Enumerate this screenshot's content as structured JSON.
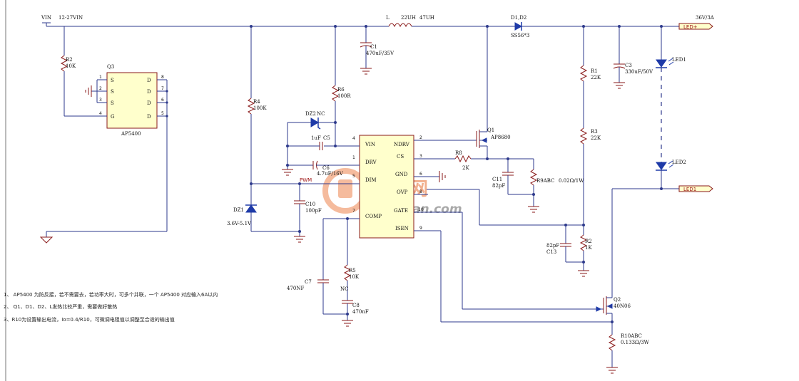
{
  "net_labels": {
    "vin": "VIN",
    "input_range": "12-27VIN",
    "pwm": "PWM",
    "output": "36V/3A",
    "led_plus": "LED+",
    "led_minus": "LED1"
  },
  "inductor": {
    "ref": "L",
    "value1": "22UH",
    "value2": "47UH"
  },
  "diodes": {
    "ref": "D1,D2",
    "value": "SS56*3"
  },
  "q3": {
    "ref": "Q3",
    "part": "AP5400",
    "pins_left": [
      "1",
      "2",
      "3",
      "4"
    ],
    "names_left": [
      "S",
      "S",
      "S",
      "G"
    ],
    "pins_right": [
      "8",
      "7",
      "6",
      "5"
    ],
    "names_right": [
      "D",
      "D",
      "D",
      "D"
    ]
  },
  "ic": {
    "left_pins": [
      {
        "num": "4",
        "name": "VIN"
      },
      {
        "num": "1",
        "name": "DRV"
      },
      {
        "num": "5",
        "name": "DIM"
      },
      {
        "num": "7",
        "name": "COMP"
      }
    ],
    "right_pins": [
      {
        "num": "2",
        "name": "NDRV"
      },
      {
        "num": "3",
        "name": "CS"
      },
      {
        "num": "6",
        "name": "GND"
      },
      {
        "num": "8",
        "name": "OVP"
      },
      {
        "num": "10",
        "name": "GATE"
      },
      {
        "num": "9",
        "name": "ISEN"
      }
    ]
  },
  "components": {
    "r2_top": {
      "ref": "R2",
      "value": "10K"
    },
    "c1": {
      "ref": "C1",
      "value": "470uF/35V"
    },
    "r6": {
      "ref": "R6",
      "value": "100R"
    },
    "r4": {
      "ref": "R4",
      "value": "100K"
    },
    "dz2": {
      "ref": "DZ2",
      "value": "NC"
    },
    "c5": {
      "ref": "C5",
      "value": "1uF"
    },
    "c6": {
      "ref": "C6",
      "value": "4.7uF/16V"
    },
    "c10": {
      "ref": "C10",
      "value": "100pF"
    },
    "dz1": {
      "ref": "DZ1",
      "value": "3.6V-5.1V"
    },
    "q1": {
      "ref": "Q1",
      "part": "AP8680"
    },
    "r8": {
      "ref": "R8",
      "value": "2K"
    },
    "c11": {
      "ref": "C11",
      "value": "82pF"
    },
    "r9": {
      "ref": "R9ABC",
      "value": "0.02Ω/1W"
    },
    "r1": {
      "ref": "R1",
      "value": "22K"
    },
    "r3": {
      "ref": "R3",
      "value": "22K"
    },
    "c3": {
      "ref": "C3",
      "value": "330uF/50V"
    },
    "led1": {
      "ref": "LED1"
    },
    "led2": {
      "ref": "LED2"
    },
    "c13": {
      "ref": "C13",
      "value": "82pF"
    },
    "r2_fb": {
      "ref": "R2",
      "value": "1K"
    },
    "c7": {
      "ref": "C7",
      "value": "470NF"
    },
    "r5": {
      "ref": "R5",
      "value": "10K",
      "extra": "NC"
    },
    "c8": {
      "ref": "C8",
      "value": "470nF"
    },
    "q2": {
      "ref": "Q2",
      "part": "40N06"
    },
    "r10": {
      "ref": "R10ABC",
      "value": "0.133Ω/3W"
    }
  },
  "notes": [
    "1、 AP5400 为防反接，若不需要去，若功率大时，可多个并联，一个 AP5400 对应输入6A以内",
    "2、 Q1、D1、D2、L发热比较严重，需要做好散热",
    "3、R10为设置输出电流，Io=0.4/R10，可微调电阻值以调整至合适的输出值"
  ],
  "watermark": {
    "cn": "电源网",
    "en": "DianYuan.com"
  }
}
